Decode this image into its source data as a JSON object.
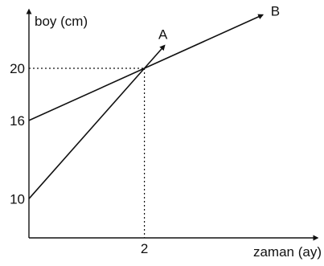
{
  "chart_data": {
    "type": "line",
    "xlabel": "zaman (ay)",
    "ylabel": "boy (cm)",
    "x_ticks": [
      "2"
    ],
    "y_ticks": [
      "10",
      "16",
      "20"
    ],
    "xlim": [
      0,
      5
    ],
    "ylim": [
      7,
      24.5
    ],
    "series": [
      {
        "name": "A",
        "points": [
          [
            0,
            10
          ],
          [
            2,
            20
          ],
          [
            2.35,
            21.75
          ]
        ]
      },
      {
        "name": "B",
        "points": [
          [
            0,
            16
          ],
          [
            2,
            20
          ],
          [
            4.05,
            24.1
          ]
        ]
      }
    ],
    "guides": {
      "x": 2,
      "y": 20
    },
    "grid": false
  }
}
